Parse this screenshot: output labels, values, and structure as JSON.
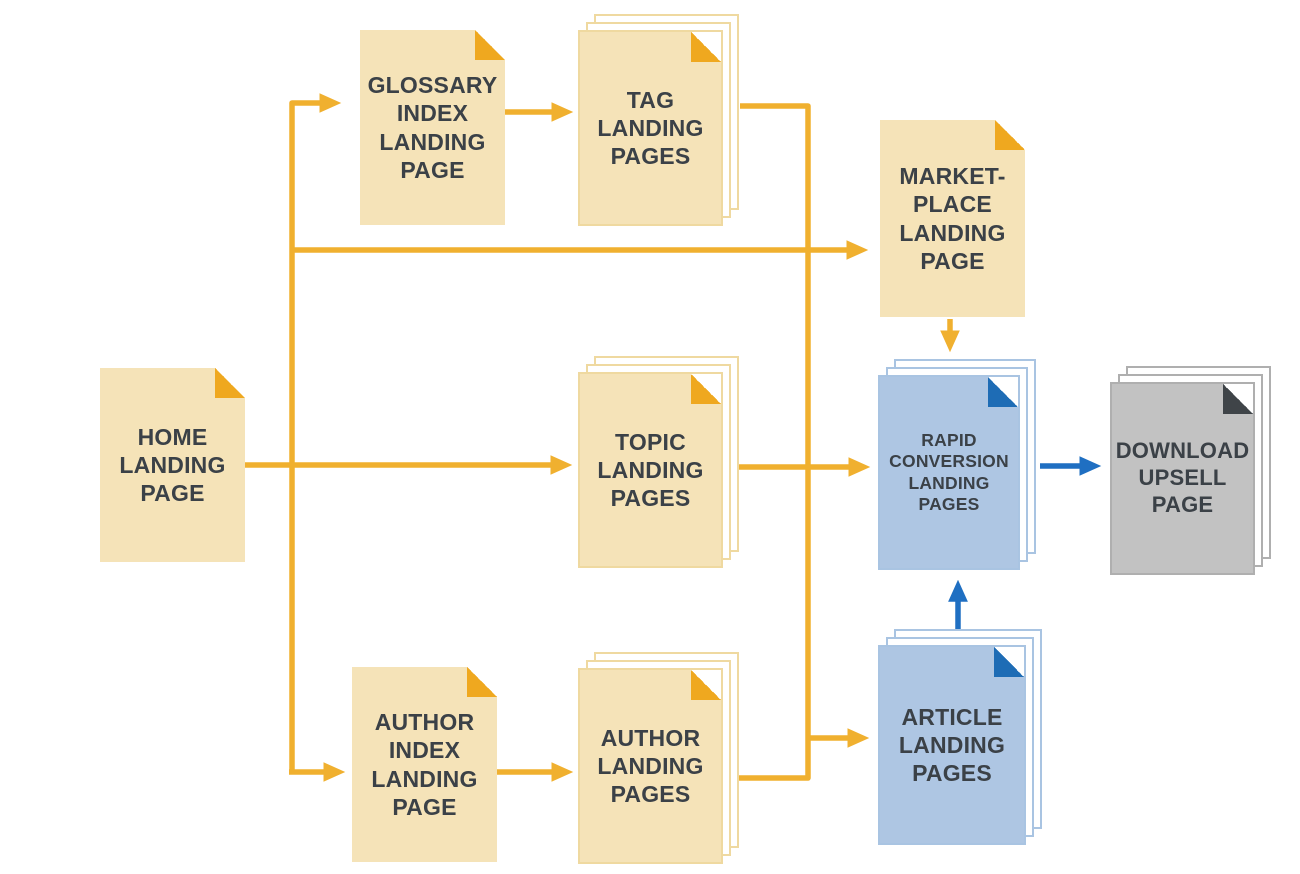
{
  "diagram": {
    "description": "Landing page flow diagram",
    "colors": {
      "page_yellow": "#F5E3B8",
      "fold_yellow": "#EFA81F",
      "page_blue": "#AEC6E3",
      "fold_blue": "#1E6CB5",
      "page_gray": "#C2C2C2",
      "fold_gray": "#3F4448",
      "arrow_yellow": "#F0B02F",
      "arrow_blue": "#1F6FC2",
      "text": "#3B4147",
      "background": "#FFFFFF"
    },
    "nodes": {
      "home": {
        "label": "HOME\nLANDING\nPAGE",
        "kind": "single-page",
        "color": "yellow"
      },
      "glossary_index": {
        "label": "GLOSSARY\nINDEX\nLANDING\nPAGE",
        "kind": "single-page",
        "color": "yellow"
      },
      "tag": {
        "label": "TAG\nLANDING\nPAGES",
        "kind": "page-stack",
        "color": "yellow"
      },
      "marketplace": {
        "label": "MARKET-\nPLACE\nLANDING\nPAGE",
        "kind": "single-page",
        "color": "yellow"
      },
      "topic": {
        "label": "TOPIC\nLANDING\nPAGES",
        "kind": "page-stack",
        "color": "yellow"
      },
      "author_index": {
        "label": "AUTHOR\nINDEX\nLANDING\nPAGE",
        "kind": "single-page",
        "color": "yellow"
      },
      "author_landing": {
        "label": "AUTHOR\nLANDING\nPAGES",
        "kind": "page-stack",
        "color": "yellow"
      },
      "rapid": {
        "label": "RAPID\nCONVERSION\nLANDING\nPAGES",
        "kind": "page-stack",
        "color": "blue"
      },
      "article": {
        "label": "ARTICLE\nLANDING\nPAGES",
        "kind": "page-stack",
        "color": "blue"
      },
      "download": {
        "label": "DOWNLOAD\nUPSELL\nPAGE",
        "kind": "page-stack",
        "color": "gray"
      }
    },
    "edges": [
      {
        "from": "home",
        "to": "glossary_index",
        "color": "yellow"
      },
      {
        "from": "home",
        "to": "topic",
        "color": "yellow"
      },
      {
        "from": "home",
        "to": "author_index",
        "color": "yellow"
      },
      {
        "from": "home",
        "to": "marketplace",
        "color": "yellow"
      },
      {
        "from": "glossary_index",
        "to": "tag",
        "color": "yellow"
      },
      {
        "from": "tag",
        "to": "article",
        "color": "yellow"
      },
      {
        "from": "author_index",
        "to": "author_landing",
        "color": "yellow"
      },
      {
        "from": "author_landing",
        "to": "article",
        "color": "yellow"
      },
      {
        "from": "topic",
        "to": "rapid",
        "color": "yellow"
      },
      {
        "from": "marketplace",
        "to": "rapid",
        "color": "yellow"
      },
      {
        "from": "article",
        "to": "rapid",
        "color": "blue"
      },
      {
        "from": "rapid",
        "to": "download",
        "color": "blue"
      }
    ]
  }
}
